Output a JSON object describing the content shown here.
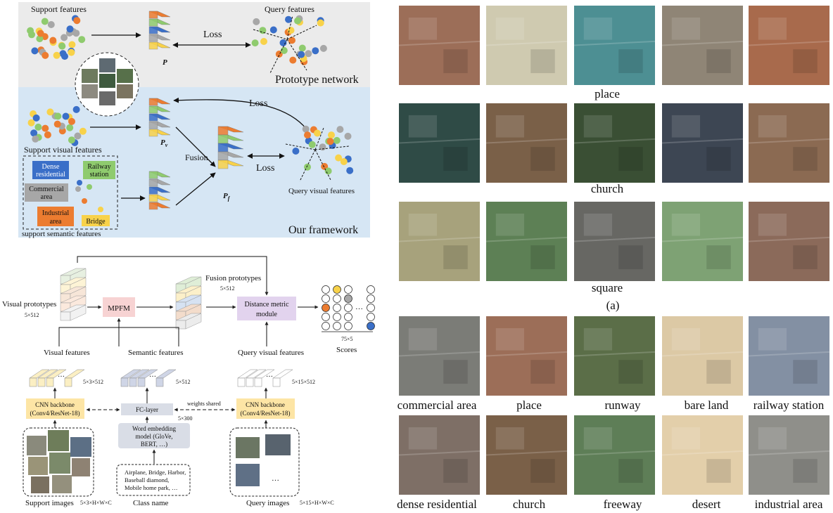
{
  "colors": {
    "proto_panel": "#ebebeb",
    "framework_panel": "#d6e6f4",
    "blue": "#3a6fc8",
    "green": "#8fcb6e",
    "orange": "#ec7c30",
    "yellow": "#f8d24a",
    "gray": "#a7a7a7",
    "mpfm_fill": "#f7d3d3",
    "distance_fill": "#e2d3ee",
    "cnn_fill": "#fde5a5",
    "fc_fill": "#d9dde6"
  },
  "top_diagram": {
    "support_features": "Support features",
    "query_features": "Query features",
    "loss_top": "Loss",
    "p_label": "P",
    "prototype_network": "Prototype network",
    "loss_upper": "Loss",
    "pv_label": "P",
    "pv_sub": "v",
    "fusion": "Fusion",
    "loss_lower": "Loss",
    "pf_label": "P",
    "pf_sub": "f",
    "support_visual_features": "Support visual features",
    "query_visual_features": "Query visual features",
    "sem_dense_1": "Dense",
    "sem_dense_2": "residential",
    "sem_rail_1": "Railway",
    "sem_rail_2": "station",
    "sem_comm_1": "Commercial",
    "sem_comm_2": "area",
    "sem_ind_1": "Industrial",
    "sem_ind_2": "area",
    "sem_bridge": "Bridge",
    "support_semantic_features": "support semantic features",
    "our_framework": "Our framework"
  },
  "bottom_diagram": {
    "visual_prototypes": "Visual prototypes",
    "visual_prototypes_dim": "5×512",
    "mpfm": "MPFM",
    "fusion_prototypes": "Fusion prototypes",
    "fusion_prototypes_dim": "5×512",
    "distance_1": "Distance metric",
    "distance_2": "module",
    "scores_dim": "75×5",
    "scores": "Scores",
    "ellipsis": "…",
    "visual_features": "Visual features",
    "semantic_features": "Semantic features",
    "query_visual_features": "Query visual features",
    "visual_features_dim": "5×3×512",
    "semantic_features_dim": "5×512",
    "query_features_dim": "5×15×512",
    "cnn_left_1": "CNN backbone",
    "cnn_left_2": "(Conv4/ResNet-18)",
    "fc_layer": "FC-layer",
    "weights_shared": "weights shared",
    "cnn_right_1": "CNN backbone",
    "cnn_right_2": "(Conv4/ResNet-18)",
    "fc_dim": "5×300",
    "word_emb_1": "Word embedding",
    "word_emb_2": "model (GloVe,",
    "word_emb_3": "BERT, …)",
    "class_names_1": "Airplane, Bridge, Harbor,",
    "class_names_2": "Baseball diamond,",
    "class_names_3": "Mobile home park, …",
    "support_images": "Support images",
    "support_images_dim": "5×3×H×W×C",
    "class_name": "Class name",
    "query_images": "Query images",
    "query_images_dim": "5×15×H×W×C"
  },
  "gallery": {
    "row_labels": [
      "place",
      "church",
      "square"
    ],
    "panel_label": "(a)",
    "row4_labels": [
      "commercial area",
      "place",
      "runway",
      "bare land",
      "railway station"
    ],
    "row5_labels": [
      "dense residential",
      "church",
      "freeway",
      "desert",
      "industrial area"
    ],
    "tiles_a": [
      [
        "#9c6e58",
        "#cfcab0",
        "#4d8f93",
        "#8f8576",
        "#a86a4c"
      ],
      [
        "#2f4b46",
        "#7a6048",
        "#3a4f34",
        "#3d4653",
        "#8b6a52"
      ],
      [
        "#a7a27c",
        "#5d8055",
        "#676763",
        "#7ea274",
        "#8b6a5a"
      ]
    ],
    "tiles_b": [
      [
        "#7b7c77",
        "#9c6e58",
        "#5b6e48",
        "#dcc9a5",
        "#8390a3"
      ],
      [
        "#7e6f66",
        "#7a6048",
        "#5e7e57",
        "#e3cfaa",
        "#8f8f8a"
      ]
    ]
  }
}
